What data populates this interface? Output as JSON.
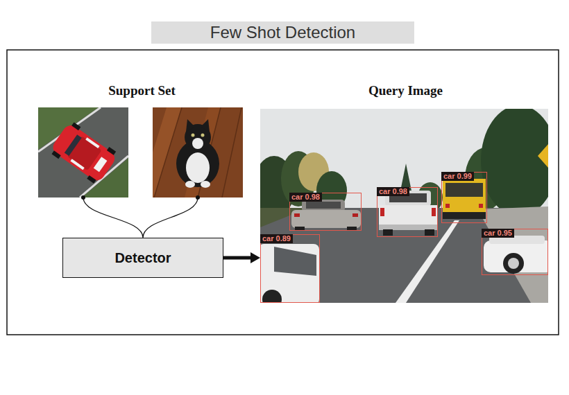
{
  "diagram": {
    "title": "Few Shot Detection",
    "nodes": [
      {
        "text": [
          "Support Set"
        ]
      },
      {
        "text": [
          "Detector"
        ]
      },
      {
        "text": [
          "Query Image"
        ]
      },
      {
        "text": [
          "car 0.99"
        ],
        "in": 2
      },
      {
        "text": [
          "car 0.98"
        ],
        "in": 2
      },
      {
        "text": [
          "car 0.98"
        ],
        "in": 2
      },
      {
        "text": [
          "car 0.95"
        ],
        "in": 2
      },
      {
        "text": [
          "car 0.89"
        ],
        "in": 2
      }
    ],
    "edges": [
      {
        "from": 0,
        "to": 1,
        "arrow": "none"
      },
      {
        "from": 1,
        "to": 2,
        "arrow": "to"
      }
    ]
  }
}
